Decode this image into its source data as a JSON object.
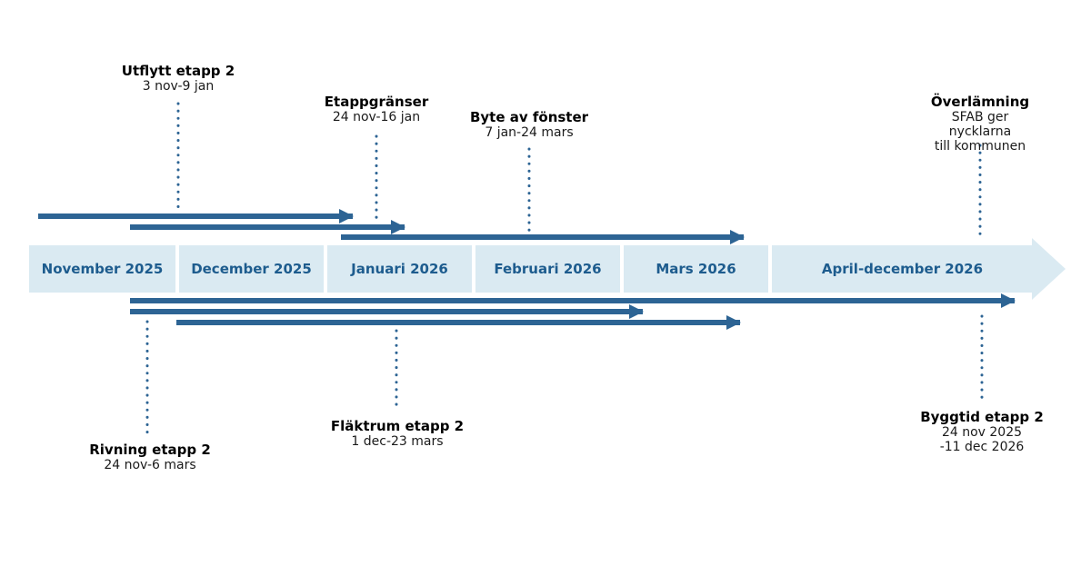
{
  "diagram": {
    "type": "project-timeline",
    "language": "sv",
    "colors": {
      "background": "#ffffff",
      "band_fill": "#daeaf2",
      "month_text": "#1d5c8e",
      "bar_and_dots": "#2d6494",
      "label_title_text": "#000000",
      "label_subtitle_text": "#1a1a1a"
    },
    "months": [
      "November 2025",
      "December 2025",
      "Januari 2026",
      "Februari 2026",
      "Mars 2026",
      "April-december 2026"
    ],
    "milestones_above": [
      {
        "id": "utflytt",
        "title": "Utflytt etapp 2",
        "subtitle": "3 nov-9 jan"
      },
      {
        "id": "etappgranser",
        "title": "Etappgränser",
        "subtitle": "24 nov-16 jan"
      },
      {
        "id": "byte-av-fonster",
        "title": "Byte av fönster",
        "subtitle": "7 jan-24 mars"
      },
      {
        "id": "overlamning",
        "title": "Överlämning",
        "subtitle": "SFAB ger nycklarna\ntill kommunen"
      }
    ],
    "milestones_below": [
      {
        "id": "rivning",
        "title": "Rivning etapp 2",
        "subtitle": "24 nov-6 mars"
      },
      {
        "id": "flaktrum",
        "title": "Fläktrum etapp 2",
        "subtitle": "1 dec-23 mars"
      },
      {
        "id": "byggtid",
        "title": "Byggtid etapp 2",
        "subtitle": "24 nov 2025\n-11 dec 2026"
      }
    ]
  }
}
